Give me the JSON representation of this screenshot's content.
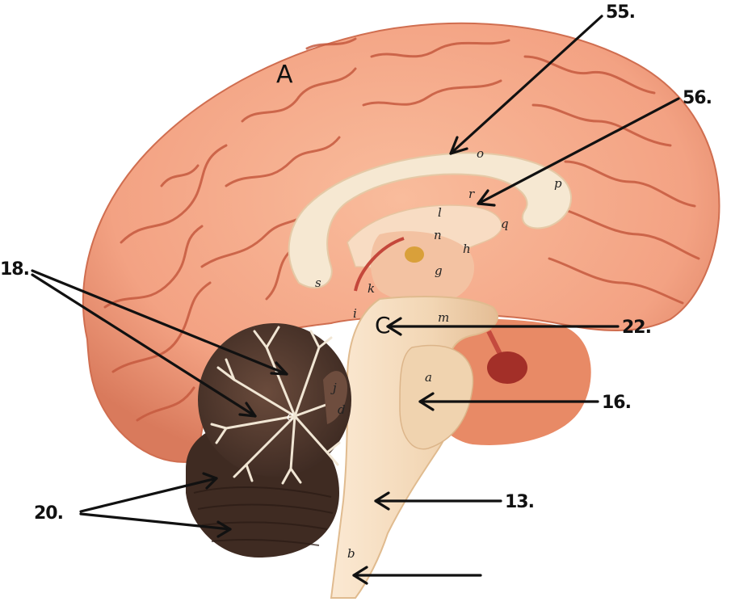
{
  "labels": {
    "region_a": "A",
    "region_c_big": "C",
    "n55": "55.",
    "n56": "56.",
    "n18": "18.",
    "n22": "22.",
    "n16": "16.",
    "n13": "13.",
    "n20": "20.",
    "small_o": "o",
    "small_p": "p",
    "small_r": "r",
    "small_l": "l",
    "small_q": "q",
    "small_n": "n",
    "small_h": "h",
    "small_g": "g",
    "small_s": "s",
    "small_k": "k",
    "small_i": "i",
    "small_m": "m",
    "small_a": "a",
    "small_d": "d",
    "small_c": "c",
    "small_b": "b",
    "small_j": "j"
  },
  "colors": {
    "cerebrum": "#f4a585",
    "cerebrum_shadow": "#d9765a",
    "sulcus": "#c8563d",
    "corpus": "#f5e6cf",
    "cerebellum": "#5a4034",
    "cerebellum_white": "#f2e8d8",
    "brainstem": "#f3dcc0",
    "pituitary": "#b0322a"
  }
}
